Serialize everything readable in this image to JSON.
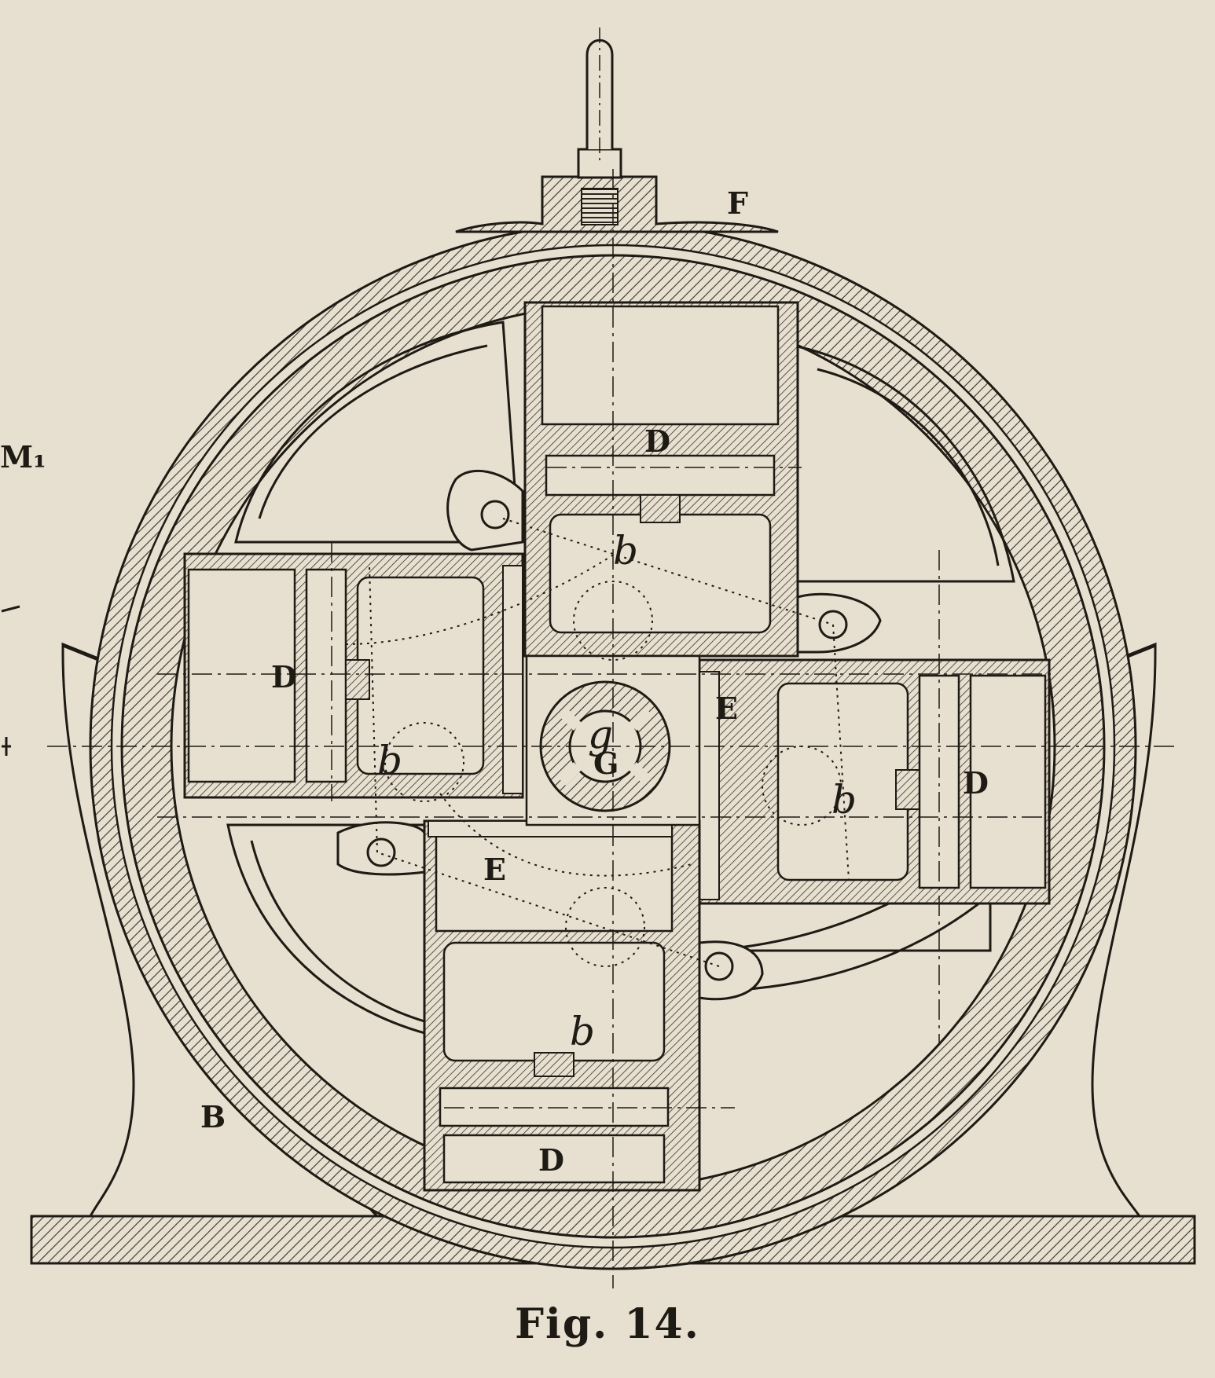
{
  "caption": "Fig. 14.",
  "labels": {
    "F": "F",
    "B": "B",
    "D": "D",
    "E": "E",
    "b": "b",
    "G": "G",
    "g": "g",
    "M1": "M₁"
  },
  "colors": {
    "paper": "#e7dfcf",
    "ink": "#1e1a14",
    "hatch": "#3a332a"
  }
}
